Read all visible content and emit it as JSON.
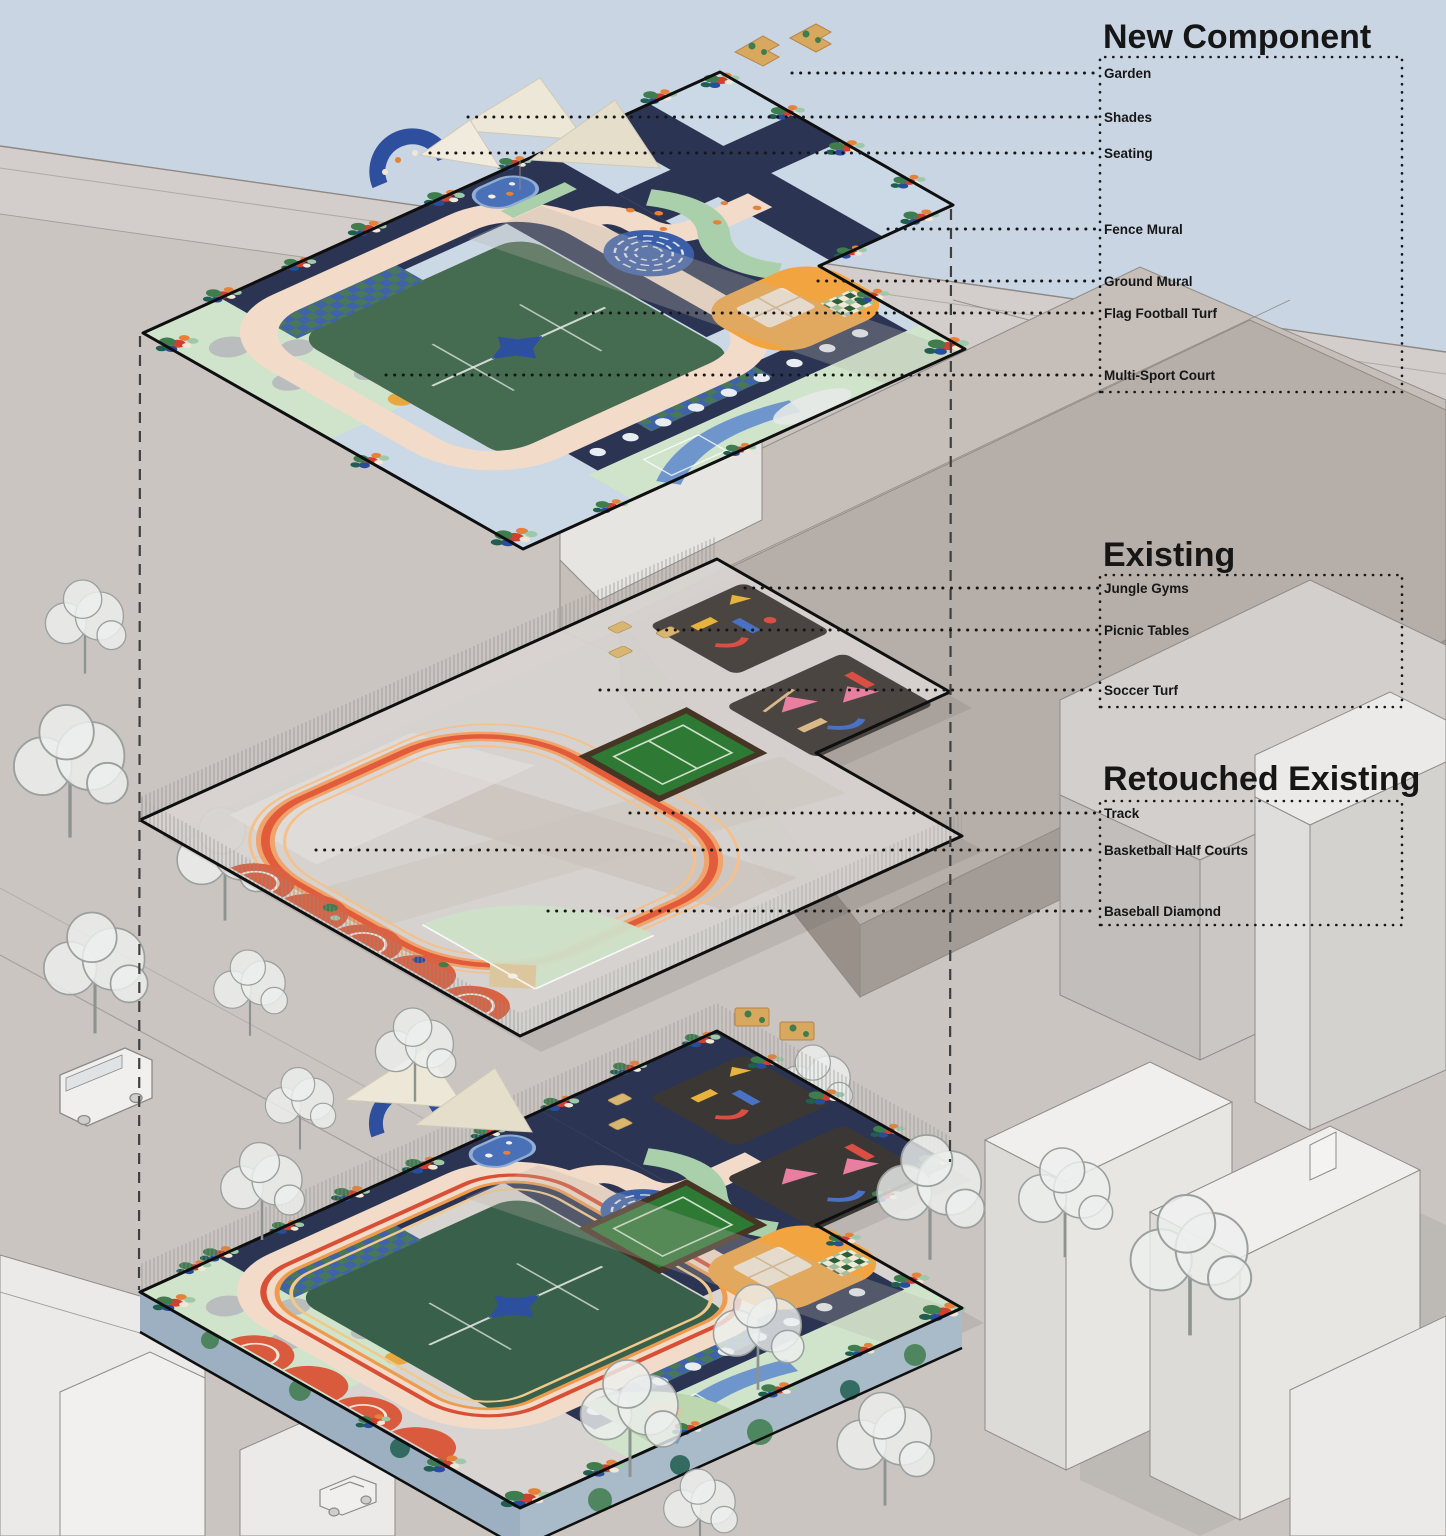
{
  "legend": {
    "sections": [
      {
        "title": "New Component",
        "items": [
          "Garden",
          "Shades",
          "Seating",
          "Fence Mural",
          "Ground Mural",
          "Flag Football Turf",
          "Multi-Sport Court"
        ]
      },
      {
        "title": "Existing",
        "items": [
          "Jungle Gyms",
          "Picnic Tables",
          "Soccer Turf"
        ]
      },
      {
        "title": "Retouched Existing",
        "items": [
          "Track",
          "Basketball Half Courts",
          "Baseball Diamond"
        ]
      }
    ]
  },
  "palette": {
    "sky": "#c9d5e2",
    "street": "#cbc5c2",
    "building": "#b6aea8",
    "turf_green": "#456b50",
    "turf_green_dark": "#39604a",
    "soccer_green": "#2e7a35",
    "track_orange": "#f0a36b",
    "track_red": "#e25b3a",
    "mural_navy": "#2b3553",
    "path_pink": "#f3dbc9",
    "path_mint": "#a9d0ab",
    "mint_light": "#cfe4cb",
    "court_orange": "#f2a440",
    "maze_blue": "#3a5fa8",
    "halfcourt_red": "#d96242",
    "mat_gray": "#4b4542",
    "canopy_cream": "#ece7d6",
    "planter_tan": "#d9a85f",
    "ink": "#161616"
  }
}
